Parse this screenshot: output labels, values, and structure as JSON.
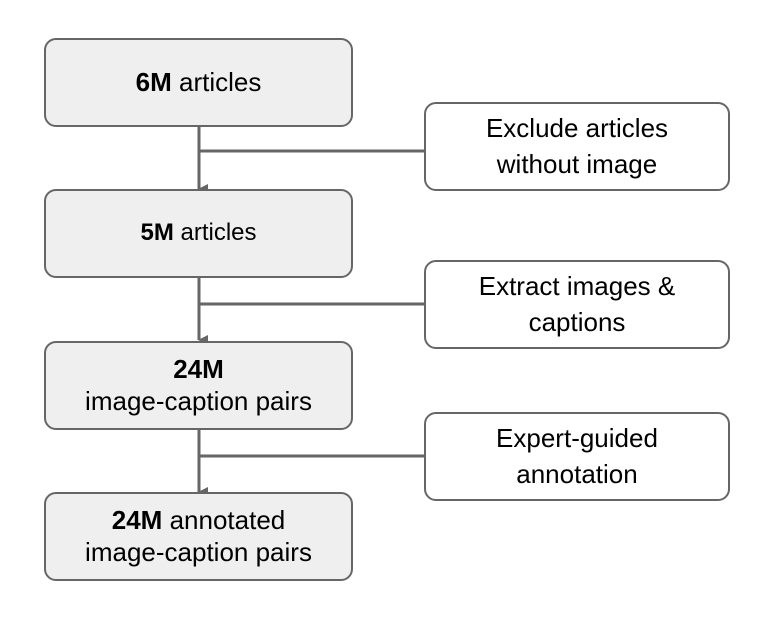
{
  "stages": [
    {
      "bold": "6M",
      "rest": " articles",
      "line2": ""
    },
    {
      "bold": "5M",
      "rest": " articles",
      "line2": ""
    },
    {
      "bold": "24M",
      "rest": "",
      "line2": "image-caption pairs"
    },
    {
      "bold": "24M",
      "rest": " annotated",
      "line2": "image-caption pairs"
    }
  ],
  "steps": [
    {
      "line1": "Exclude articles",
      "line2": "without image"
    },
    {
      "line1": "Extract images &",
      "line2": "captions"
    },
    {
      "line1": "Expert-guided",
      "line2": "annotation"
    }
  ],
  "colors": {
    "stage_fill": "#efefef",
    "step_fill": "#ffffff",
    "stroke": "#666666"
  }
}
